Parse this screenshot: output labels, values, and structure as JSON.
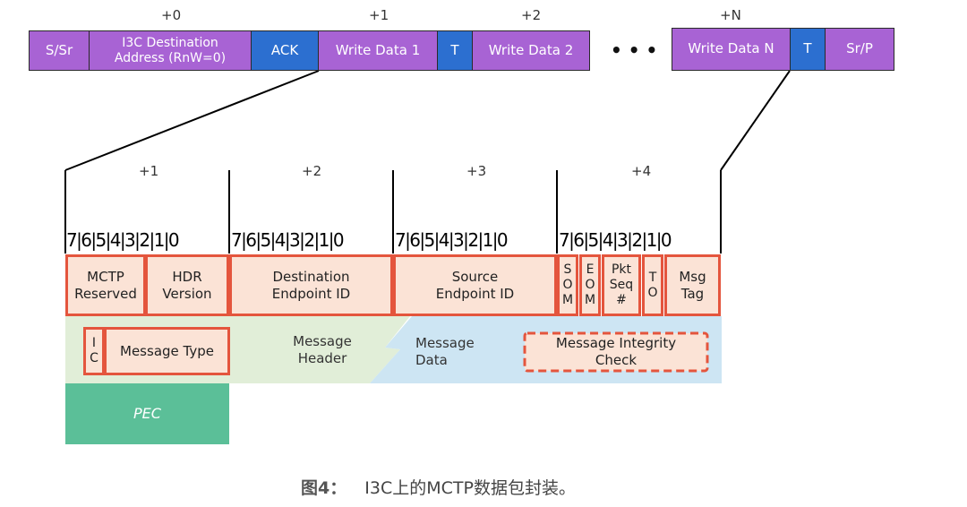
{
  "top_frame": {
    "offsets": [
      "+0",
      "+1",
      "+2",
      "+N"
    ],
    "segments": {
      "s_sr": "S/Sr",
      "i3c_dest": "I3C Destination\nAddress (RnW=0)",
      "ack": "ACK",
      "write1": "Write Data 1",
      "t1": "T",
      "write2": "Write Data 2",
      "ellipsis": "• • •",
      "writeN": "Write Data N",
      "t2": "T",
      "sr_p": "Sr/P"
    }
  },
  "packet": {
    "byte_offsets": [
      "+1",
      "+2",
      "+3",
      "+4"
    ],
    "bit_numbers": [
      "7|6|5|4|3|2|1|0",
      "7|6|5|4|3|2|1|0",
      "7|6|5|4|3|2|1|0",
      "7|6|5|4|3|2|1|0"
    ],
    "fields": {
      "mctp_reserved": "MCTP\nReserved",
      "hdr_version": "HDR\nVersion",
      "dest_eid": "Destination\nEndpoint ID",
      "src_eid": "Source\nEndpoint ID",
      "som": "S\nO\nM",
      "eom": "E\nO\nM",
      "pkt_seq": "Pkt\nSeq\n#",
      "to": "T\nO",
      "msg_tag": "Msg\nTag"
    },
    "ic": "I\nC",
    "message_type": "Message Type",
    "message_header": "Message\nHeader",
    "message_data": "Message\nData",
    "mic": "Message Integrity\nCheck",
    "pec": "PEC"
  },
  "caption": {
    "label": "图4：",
    "text": "I3C上的MCTP数据包封装。"
  },
  "colors": {
    "purple": "#a863d4",
    "blue": "#2c6fd0",
    "field_fill": "#fbe3d6",
    "field_border": "#e4553d",
    "header_green": "#e1eed8",
    "data_blue": "#cde5f3",
    "pec_green": "#5bbf98"
  }
}
